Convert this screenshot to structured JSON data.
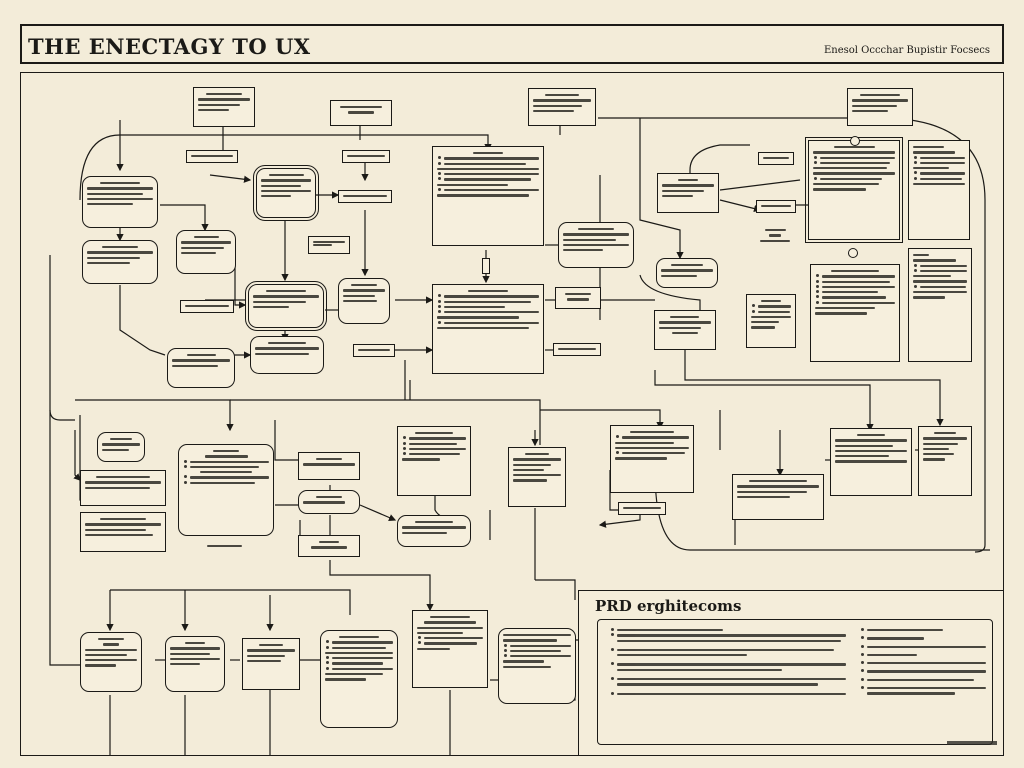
{
  "header": {
    "title": "THE ENECTAGY TO UX",
    "subtitle": "Enesol Occchar Bupistir Focsecs"
  },
  "prd": {
    "title": "PRD erghitecoms"
  },
  "colors": {
    "background": "#f3ecd9",
    "ink": "#1b1a17",
    "paper": "#f6efdd"
  }
}
